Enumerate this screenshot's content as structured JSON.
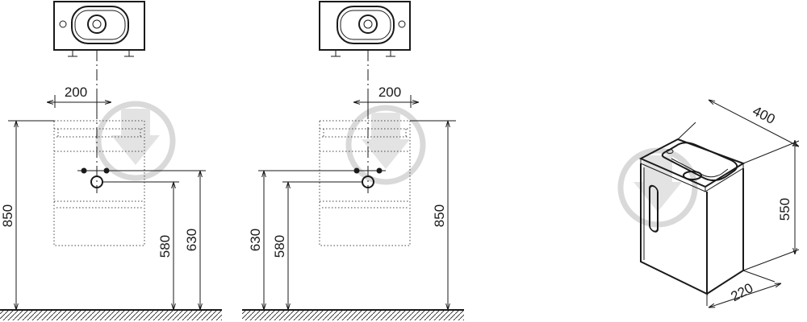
{
  "left_view": {
    "width_200": "200",
    "height_850": "850",
    "height_580": "580",
    "height_630": "630"
  },
  "right_view": {
    "width_200": "200",
    "height_850": "850",
    "height_580": "580",
    "height_630": "630"
  },
  "iso_view": {
    "width_400": "400",
    "height_550": "550",
    "depth_220": "220"
  },
  "colors": {
    "line": "#1a1a1a",
    "watermark": "#d9d9d9"
  },
  "icons": {
    "watermark": "brand-watermark-icon",
    "tap_hole": "tap-hole-icon",
    "drain": "drain-icon",
    "handle": "door-handle-icon"
  }
}
